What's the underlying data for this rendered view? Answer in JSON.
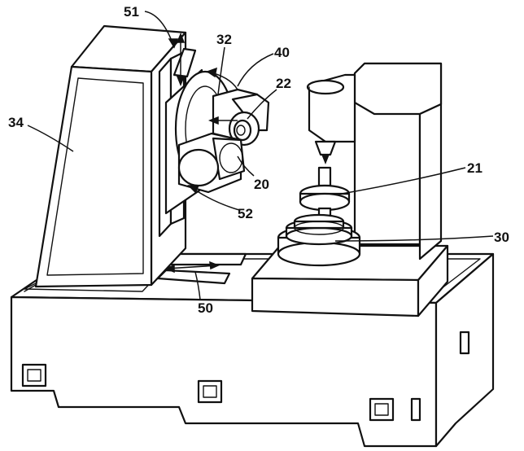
{
  "labels": {
    "l51": "51",
    "l32": "32",
    "l40": "40",
    "l22": "22",
    "l34": "34",
    "l21": "21",
    "l20": "20",
    "l52": "52",
    "l30": "30",
    "l50": "50"
  }
}
